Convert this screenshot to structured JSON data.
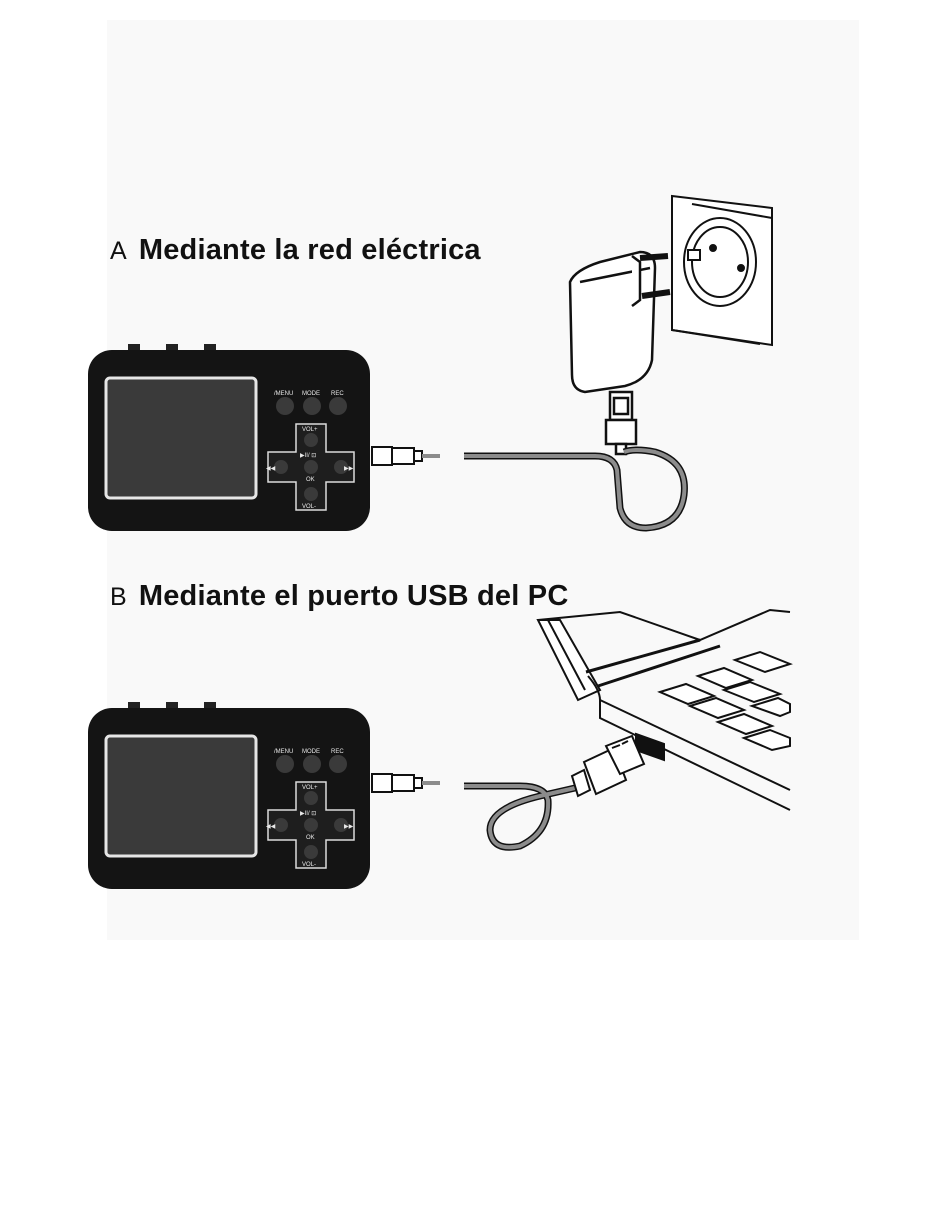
{
  "sections": [
    {
      "letter": "A",
      "title": "Mediante la red eléctrica"
    },
    {
      "letter": "B",
      "title": "Mediante el puerto USB del PC"
    }
  ],
  "device": {
    "menu_label": "/MENU",
    "mode_label": "MODE",
    "rec_label": "REC",
    "vol_up_label": "VOL+",
    "vol_down_label": "VOL-",
    "play_label": "▶II/ ⊡",
    "ok_label": "OK",
    "prev_label": "◀◀",
    "next_label": "▶▶"
  },
  "colors": {
    "device_body": "#141414",
    "cable": "#8c8c8c",
    "line_art": "#111111"
  }
}
